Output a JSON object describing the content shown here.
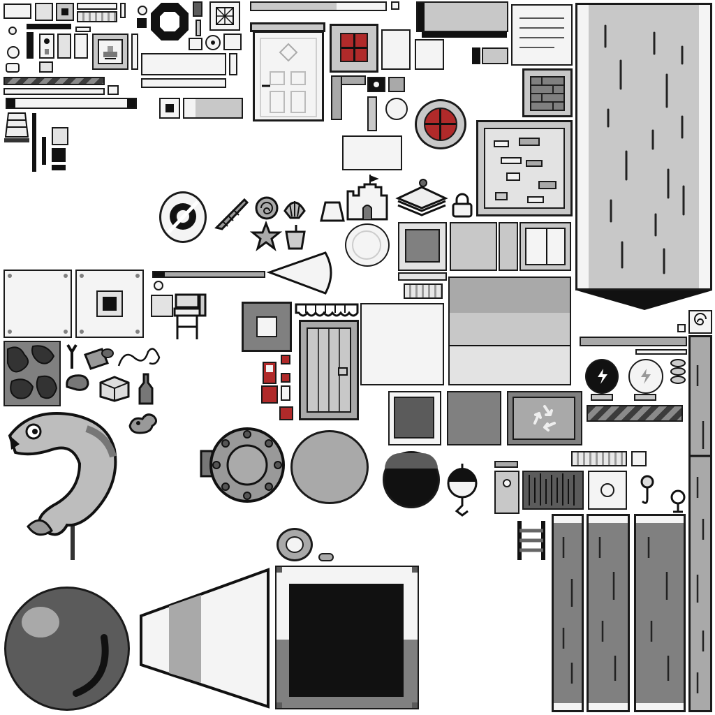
{
  "sheet": {
    "background": "#ffffff",
    "outline": "#1a1a1a",
    "accent_red": "#b02a2a",
    "palette": [
      "#f4f4f4",
      "#e3e3e3",
      "#c8c8c8",
      "#a9a9a9",
      "#808080",
      "#5b5b5b",
      "#111111"
    ]
  },
  "sprites": [
    "door-sprite",
    "window-red-sprite",
    "porthole-red-sprite",
    "wood-plank-panel-sprite",
    "brick-wall-sprite",
    "notice-board-sprite",
    "life-ring-sprite",
    "shell-sprite",
    "starfish-sprite",
    "sandcastle-sprite",
    "sandwich-sprite",
    "padlock-sprite",
    "wooden-crate-door-sprite",
    "awning-sprite",
    "fish-statue-sprite",
    "boiler-hatch-sprite",
    "boulder-sprite",
    "manhole-sprite",
    "buoy-sprite",
    "recycle-bin-sprite",
    "lightning-orb-sprite",
    "megaphone-cone-sprite",
    "tv-screen-sprite",
    "wood-pillar-sprite"
  ],
  "icons": [
    "recycle-icon",
    "lightning-icon",
    "lock-icon",
    "flag-icon"
  ]
}
